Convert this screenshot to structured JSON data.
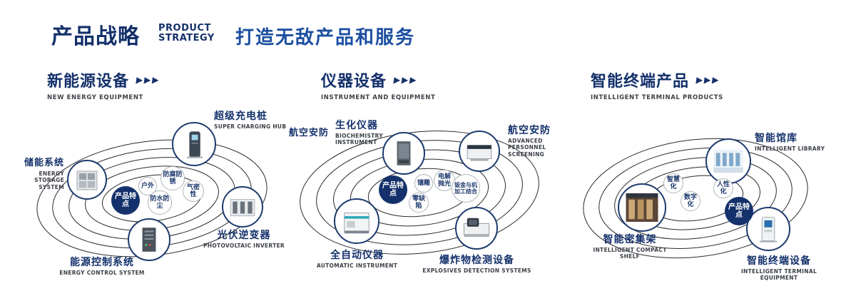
{
  "header": {
    "title": "产品战略",
    "subtitle_line1": "PRODUCT",
    "subtitle_line2": "STRATEGY",
    "tagline": "打造无敌产品和服务"
  },
  "icons": {
    "arrows": "▶▶▶"
  },
  "sections": [
    {
      "title": "新能源设备",
      "subtitle": "NEW ENERGY EQUIPMENT",
      "badge": "产品特点",
      "products": [
        {
          "name": "储能系统",
          "en": "ENERGY STORAGE SYSTEM"
        },
        {
          "name": "超级充电桩",
          "en": "SUPER CHARGING HUB"
        },
        {
          "name": "光伏逆变器",
          "en": "PHOTOVOLTAIC INVERTER"
        },
        {
          "name": "能源控制系统",
          "en": "ENERGY CONTROL SYSTEM"
        }
      ],
      "features": [
        "户外",
        "防腐防锈",
        "气密性",
        "防水防尘"
      ]
    },
    {
      "title": "仪器设备",
      "subtitle": "INSTRUMENT AND EQUIPMENT",
      "badge": "产品特点",
      "side_label": "航空安防",
      "products": [
        {
          "name": "生化仪器",
          "en": "BIOCHEMISTRY INSTRUMENT"
        },
        {
          "name": "航空安防",
          "en": "ADVANCED PERSONNEL SCREENING"
        },
        {
          "name": "全自动仪器",
          "en": "AUTOMATIC INSTRUMENT"
        },
        {
          "name": "爆炸物检测设备",
          "en": "EXPLOSIVES DETECTION SYSTEMS"
        }
      ],
      "features": [
        "镭雕",
        "电解抛光",
        "钣金与机加工结合",
        "零缺陷"
      ]
    },
    {
      "title": "智能终端产品",
      "subtitle": "INTELLIGENT TERMINAL PRODUCTS",
      "badge": "产品特点",
      "products": [
        {
          "name": "智能馆库",
          "en": "INTELLIGENT LIBRARY"
        },
        {
          "name": "智能密集架",
          "en": "INTELLIGENT COMPACT SHELF"
        },
        {
          "name": "智能终端设备",
          "en": "INTELLIGENT TERMINAL EQUIPMENT"
        }
      ],
      "features": [
        "智慧化",
        "人性化",
        "数字化"
      ]
    }
  ]
}
